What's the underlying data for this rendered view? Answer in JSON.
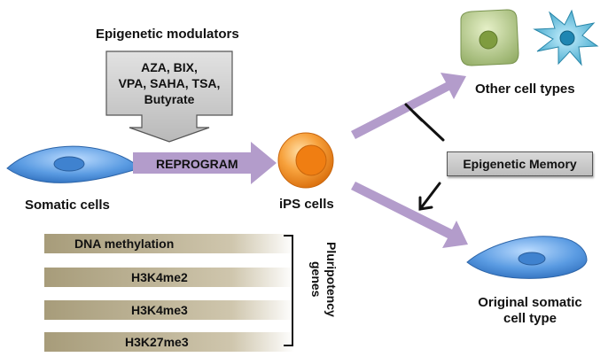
{
  "modulators": {
    "title": "Epigenetic modulators",
    "lines": [
      "AZA, BIX,",
      "VPA, SAHA, TSA,",
      "Butyrate"
    ]
  },
  "reprogram_label": "REPROGRAM",
  "somatic_label": "Somatic cells",
  "ips_label": "iPS cells",
  "other_cells_label": "Other cell types",
  "memory_label": "Epigenetic Memory",
  "original_label_lines": [
    "Original somatic",
    "cell type"
  ],
  "marks": [
    "DNA methylation",
    "H3K4me2",
    "H3K4me3",
    "H3K27me3"
  ],
  "pluripotency_lines": [
    "Pluripotency",
    "genes"
  ],
  "colors": {
    "arrow_purple": "#b39ccb",
    "bar_tan": "#b4a98a",
    "cell_blue": "#4a8fd8",
    "ips_orange": "#f08a1c",
    "green_cell": "#a9c27a",
    "star_cell": "#4fb3d0"
  }
}
